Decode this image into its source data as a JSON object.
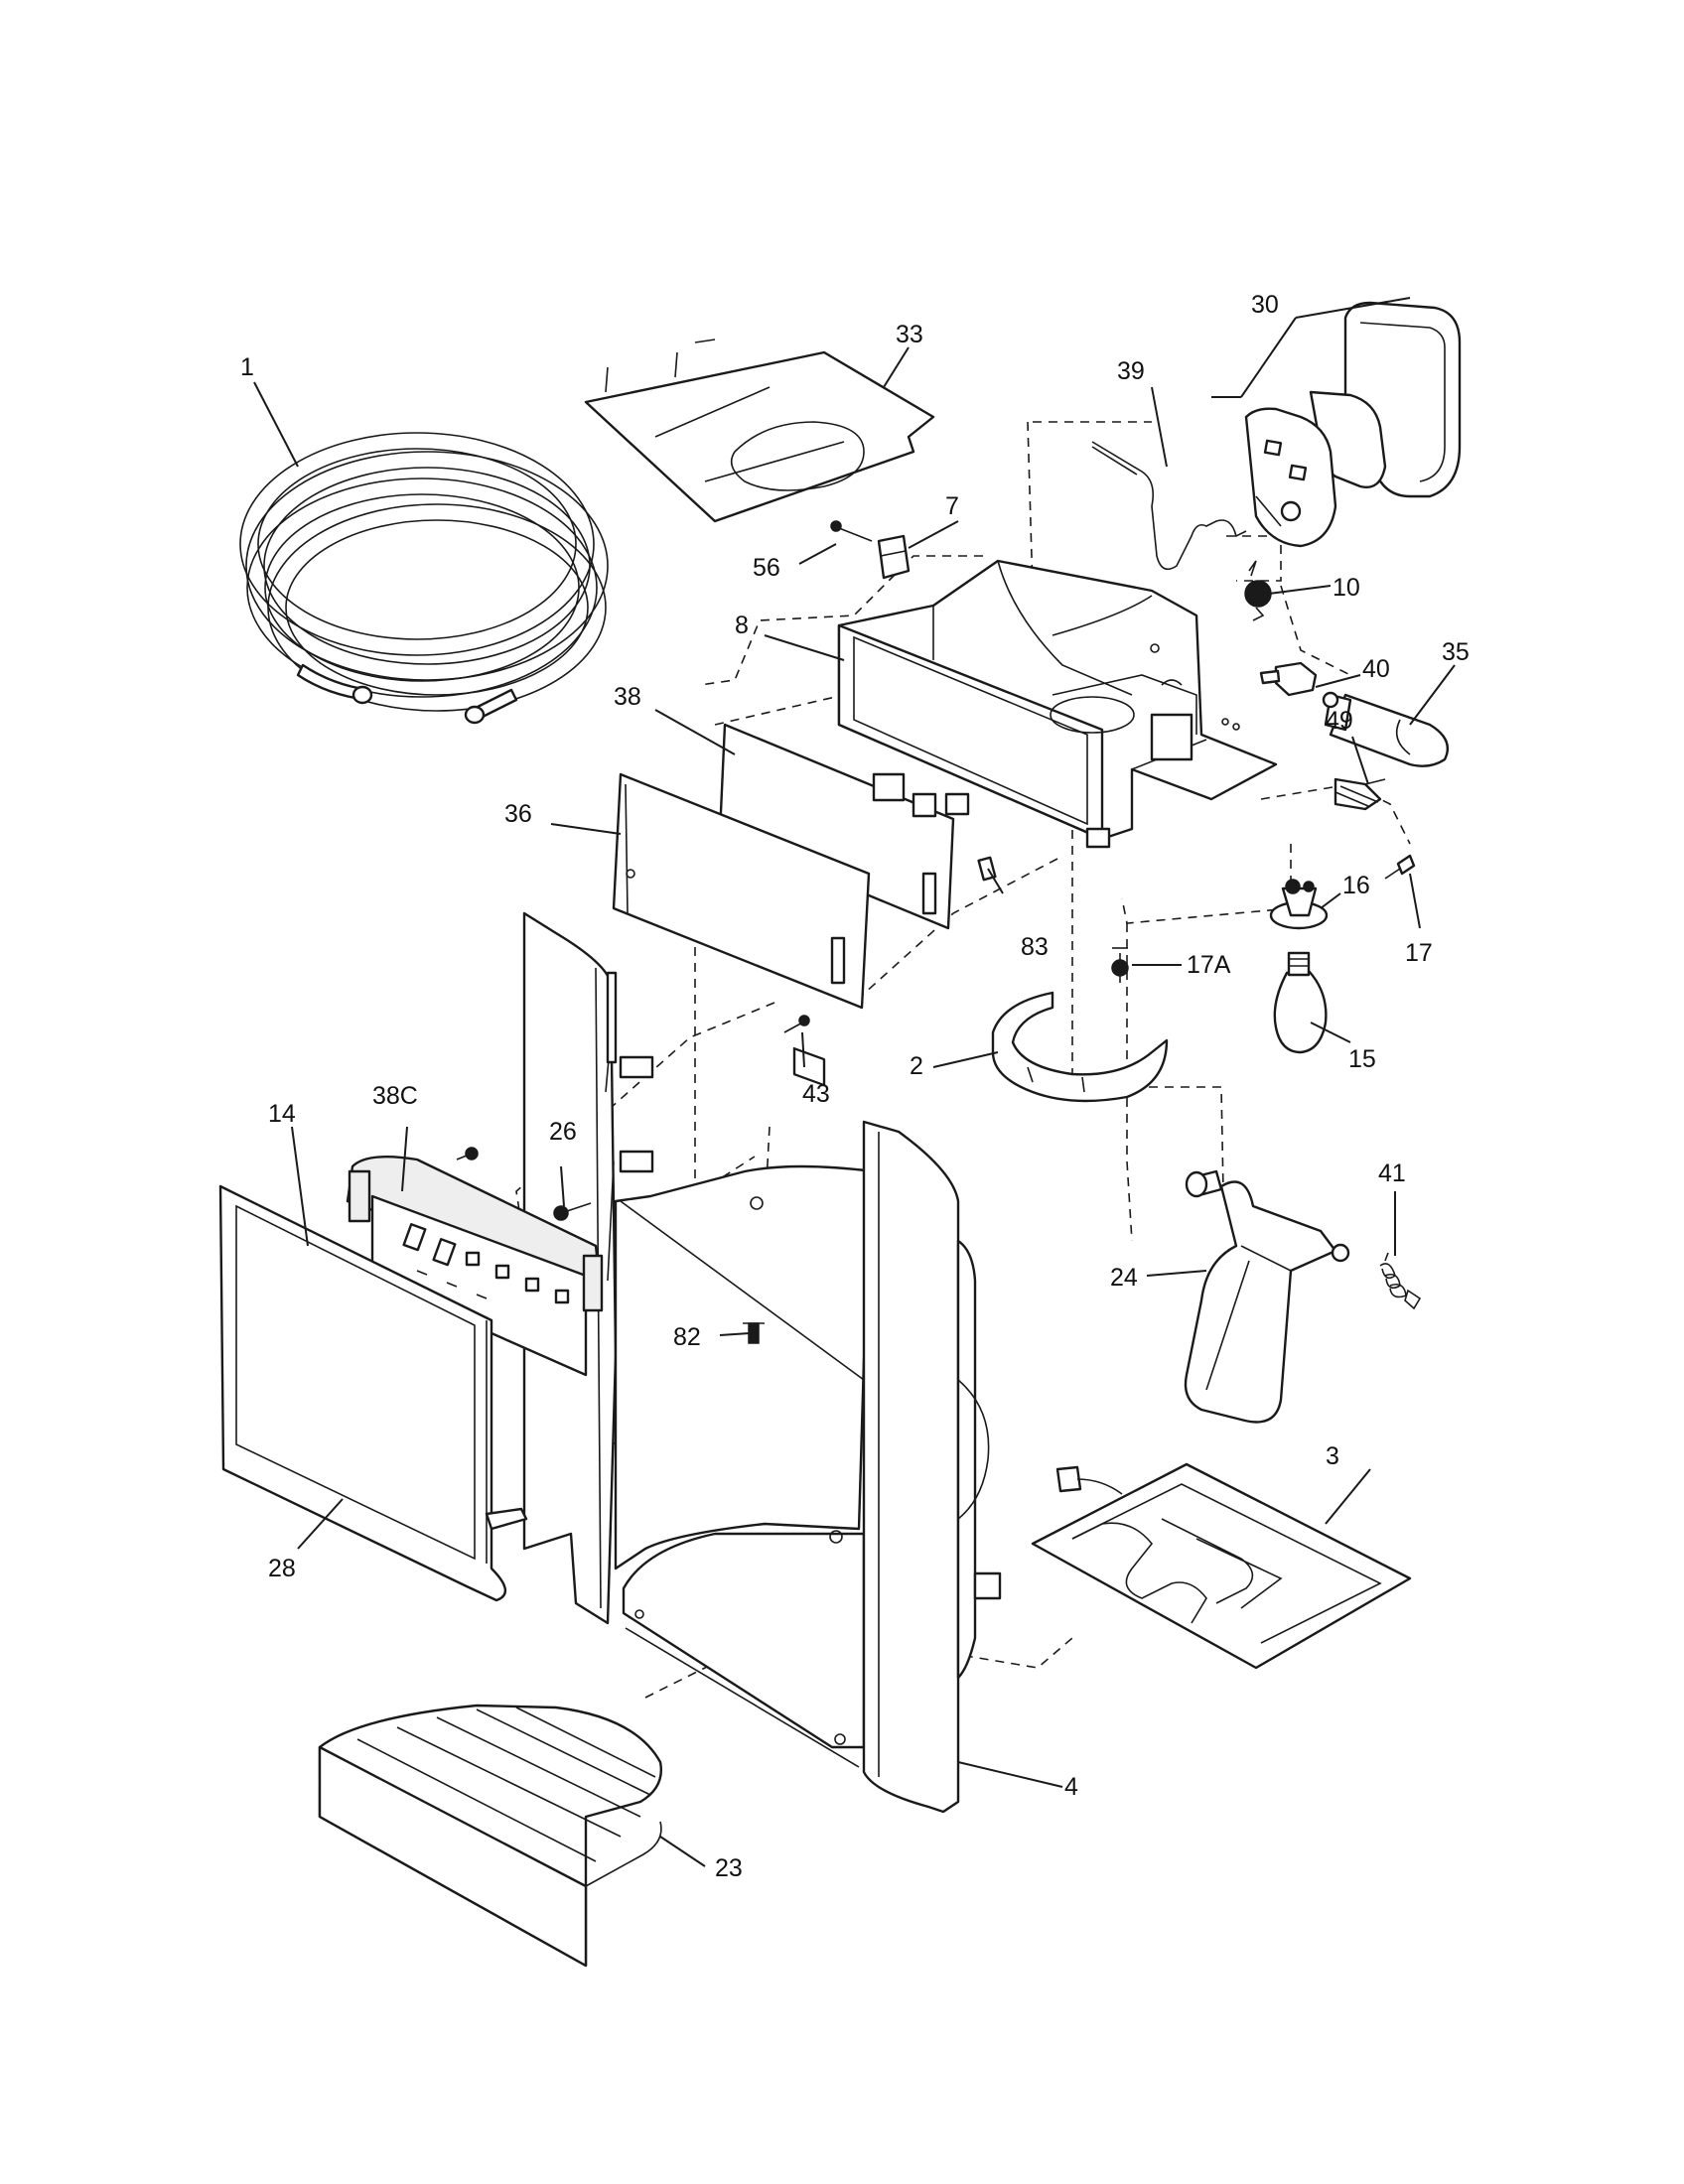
{
  "diagram": {
    "part_numbers": {
      "p1": "1",
      "p2": "2",
      "p3": "3",
      "p4": "4",
      "p7": "7",
      "p8": "8",
      "p10": "10",
      "p14": "14",
      "p15": "15",
      "p16": "16",
      "p17": "17",
      "p17a": "17A",
      "p23": "23",
      "p24": "24",
      "p26": "26",
      "p28": "28",
      "p30": "30",
      "p33": "33",
      "p35": "35",
      "p36": "36",
      "p38": "38",
      "p38c": "38C",
      "p39": "39",
      "p40": "40",
      "p41": "41",
      "p43": "43",
      "p49": "49",
      "p56": "56",
      "p82": "82",
      "p83": "83"
    }
  }
}
